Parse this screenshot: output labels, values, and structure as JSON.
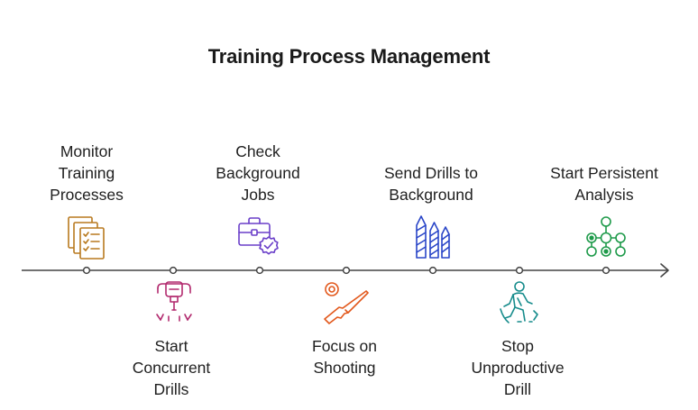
{
  "title": "Training Process Management",
  "steps": [
    {
      "label": "Monitor\nTraining\nProcesses",
      "position": "above",
      "icon": "documents-checklist-icon",
      "color": "#B8791E"
    },
    {
      "label": "Start\nConcurrent\nDrills",
      "position": "below",
      "icon": "jackhammer-drill-icon",
      "color": "#B22A6E"
    },
    {
      "label": "Check\nBackground\nJobs",
      "position": "above",
      "icon": "briefcase-check-icon",
      "color": "#6A3FC9"
    },
    {
      "label": "Focus on\nShooting",
      "position": "below",
      "icon": "rifle-target-icon",
      "color": "#E2581C"
    },
    {
      "label": "Send Drills to\nBackground",
      "position": "above",
      "icon": "drill-bits-icon",
      "color": "#2A46C8"
    },
    {
      "label": "Stop\nUnproductive\nDrill",
      "position": "below",
      "icon": "person-running-icon",
      "color": "#178C8C"
    },
    {
      "label": "Start Persistent\nAnalysis",
      "position": "above",
      "icon": "network-nodes-icon",
      "color": "#1E9A4A"
    }
  ]
}
